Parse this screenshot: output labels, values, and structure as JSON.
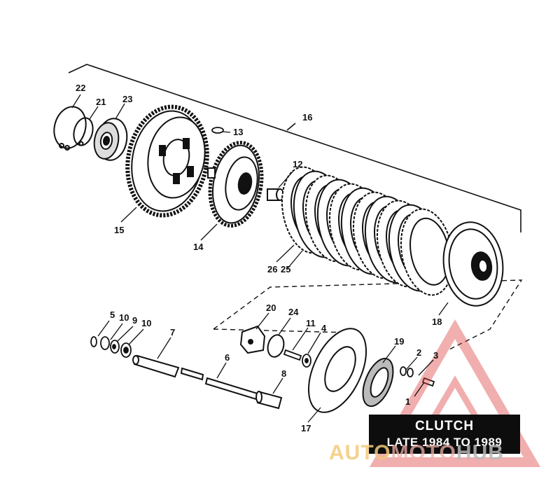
{
  "diagram": {
    "title": "CLUTCH",
    "subtitle": "LATE 1984 TO 1989",
    "callouts": [
      "22",
      "21",
      "23",
      "13",
      "16",
      "12",
      "15",
      "14",
      "26",
      "25",
      "18",
      "5",
      "10",
      "9",
      "10",
      "7",
      "20",
      "24",
      "11",
      "4",
      "6",
      "8",
      "19",
      "2",
      "3",
      "1",
      "17"
    ]
  },
  "watermark": {
    "part1": "AUTO",
    "part2": "MOTO",
    "part3": "HUB",
    "colors": {
      "triangle": "#e04040",
      "auto": "#f3c97a",
      "moto": "#f0b0a8",
      "hub": "#b8b8b8"
    }
  }
}
